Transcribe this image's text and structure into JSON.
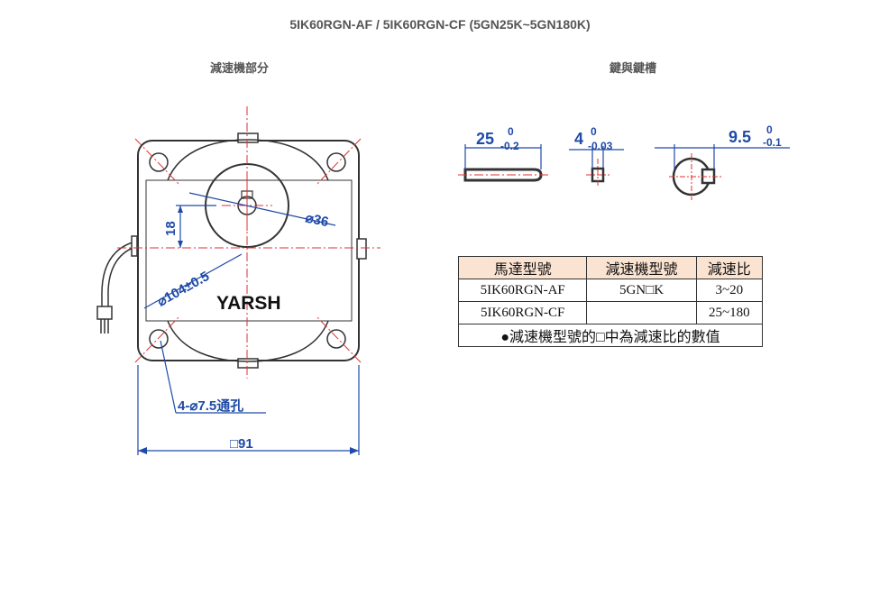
{
  "page": {
    "title": "5IK60RGN-AF   /   5IK60RGN-CF   (5GN25K~5GN180K)",
    "left_title": "減速機部分",
    "right_title": "鍵與鍵槽"
  },
  "drawing": {
    "brand": "YARSH",
    "dim_diameter_36": "⌀36",
    "dim_18": "18",
    "dim_pcd": "⌀104±0.5",
    "dim_holes": "4-⌀7.5通孔",
    "dim_square": "□91"
  },
  "key": {
    "length_value": "25",
    "length_tol_upper": "0",
    "length_tol_lower": "-0.2",
    "width_value": "4",
    "width_tol_upper": "0",
    "width_tol_lower": "-0.03",
    "slot_value": "9.5",
    "slot_tol_upper": "0",
    "slot_tol_lower": "-0.1"
  },
  "table": {
    "headers": [
      "馬達型號",
      "減速機型號",
      "減速比"
    ],
    "rows": [
      [
        "5IK60RGN-AF",
        "5GN□K",
        "3~20"
      ],
      [
        "5IK60RGN-CF",
        "",
        "25~180"
      ]
    ],
    "note": "●減速機型號的□中為減速比的數值"
  },
  "colors": {
    "dimension": "#1f4aa8",
    "centerline": "#e03030",
    "outline": "#333333",
    "table_header_bg": "#fbe3d1"
  }
}
